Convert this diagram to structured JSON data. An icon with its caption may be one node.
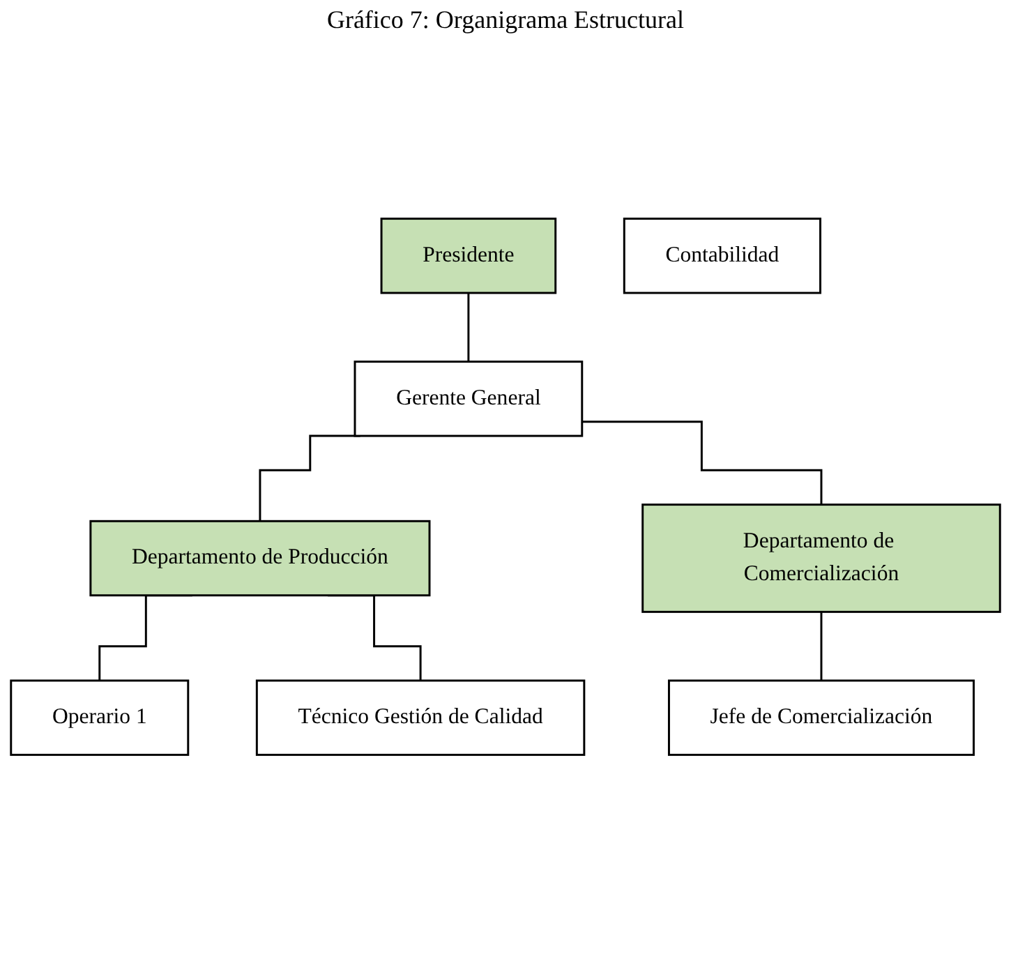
{
  "diagram": {
    "title": "Gráfico 7: Organigrama Estructural",
    "nodes": [
      {
        "text": [
          "Presidente"
        ]
      },
      {
        "text": [
          "Gerente General"
        ]
      },
      {
        "text": [
          "Contabilidad"
        ]
      },
      {
        "text": [
          "Departamento de Producción"
        ]
      },
      {
        "text": [
          "Departamento de Comercialización"
        ]
      },
      {
        "text": [
          "Operario 1"
        ]
      },
      {
        "text": [
          "Técnico Gestión de Calidad"
        ]
      },
      {
        "text": [
          "Jefe de Comercialización"
        ]
      }
    ],
    "edges": [
      {
        "from": 0,
        "to": 1,
        "arrow": "none"
      },
      {
        "from": 1,
        "to": 3,
        "arrow": "none"
      },
      {
        "from": 1,
        "to": 4,
        "arrow": "none"
      },
      {
        "from": 3,
        "to": 5,
        "arrow": "none"
      },
      {
        "from": 3,
        "to": 6,
        "arrow": "none"
      },
      {
        "from": 4,
        "to": 7,
        "arrow": "none"
      }
    ]
  }
}
